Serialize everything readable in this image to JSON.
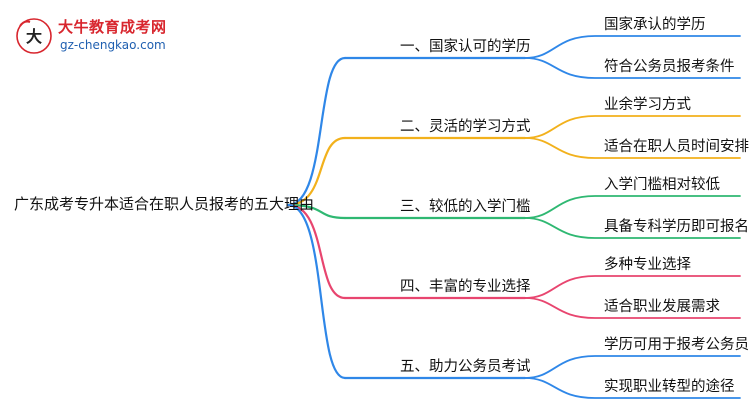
{
  "logo": {
    "name": "大牛教育成考网",
    "url": "gz-chengkao.com"
  },
  "root": "广东成考专升本适合在职人员报考的五大理由",
  "branches": [
    {
      "label": "一、国家认可的学历",
      "color": "#2f87e8",
      "children": [
        "国家承认的学历",
        "符合公务员报考条件"
      ]
    },
    {
      "label": "二、灵活的学习方式",
      "color": "#f2b11c",
      "children": [
        "业余学习方式",
        "适合在职人员时间安排"
      ]
    },
    {
      "label": "三、较低的入学门槛",
      "color": "#2fb872",
      "children": [
        "入学门槛相对较低",
        "具备专科学历即可报名"
      ]
    },
    {
      "label": "四、丰富的专业选择",
      "color": "#e8456f",
      "children": [
        "多种专业选择",
        "适合职业发展需求"
      ]
    },
    {
      "label": "五、助力公务员考试",
      "color": "#2f87e8",
      "children": [
        "学历可用于报考公务员",
        "实现职业转型的途径"
      ]
    }
  ]
}
